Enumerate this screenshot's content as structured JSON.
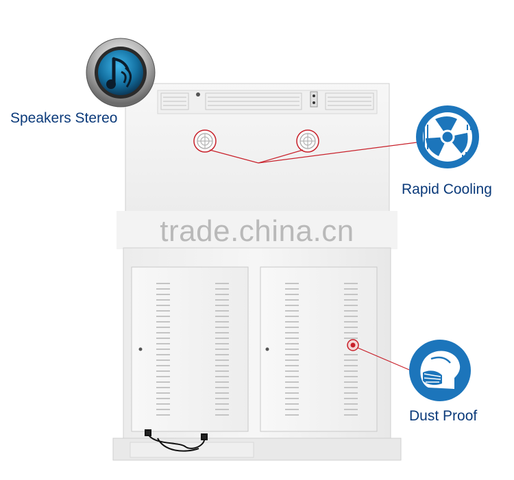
{
  "features": {
    "speakers": {
      "label": "Speakers Stereo",
      "icon": "speaker-icon"
    },
    "cooling": {
      "label": "Rapid Cooling",
      "icon": "fan-icon"
    },
    "dust": {
      "label": "Dust Proof",
      "icon": "mask-face-icon"
    }
  },
  "watermark": "trade.china.cn",
  "colors": {
    "cabinet": "#f2f2f2",
    "callout_red": "#c8202a",
    "icon_blue": "#1c75bb",
    "label_navy": "#0b3a7a"
  }
}
